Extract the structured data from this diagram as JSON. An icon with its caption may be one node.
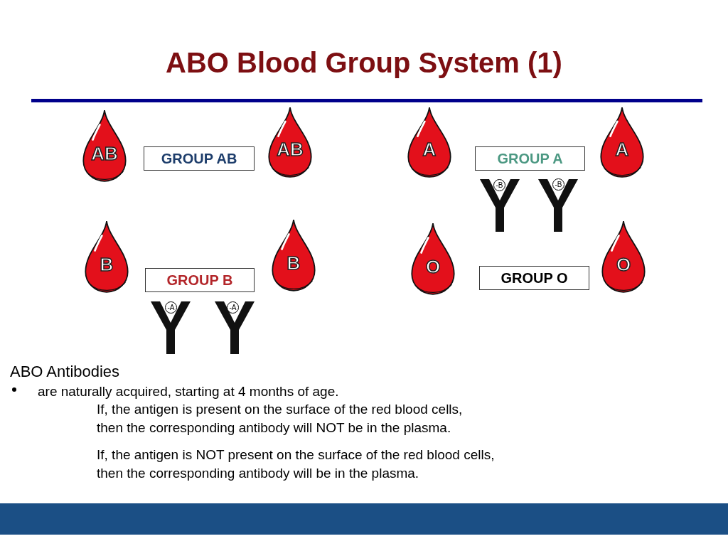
{
  "diagram": {
    "title": "ABO Blood Group System (1)",
    "nodes": [
      {
        "text": [
          "AB"
        ]
      },
      {
        "text": [
          "GROUP AB"
        ]
      },
      {
        "text": [
          "AB"
        ]
      },
      {
        "text": [
          "A"
        ]
      },
      {
        "text": [
          "GROUP A"
        ]
      },
      {
        "text": [
          "A"
        ]
      },
      {
        "text": [
          "-B"
        ]
      },
      {
        "text": [
          "-B"
        ]
      },
      {
        "text": [
          "B"
        ]
      },
      {
        "text": [
          "GROUP B"
        ]
      },
      {
        "text": [
          "B"
        ]
      },
      {
        "text": [
          "O"
        ]
      },
      {
        "text": [
          "GROUP O"
        ]
      },
      {
        "text": [
          "O"
        ]
      },
      {
        "text": [
          "-A"
        ]
      },
      {
        "text": [
          "-A"
        ]
      }
    ],
    "labels": [
      "ABO Antibodies",
      "are naturally acquired, starting at 4 months of age.",
      "If, the antigen is present on the surface of the red blood cells,",
      "then the corresponding antibody will NOT be in the plasma.",
      "If, the antigen is NOT present on the surface of the red blood cells,",
      "then the corresponding antibody will be in the plasma."
    ]
  }
}
